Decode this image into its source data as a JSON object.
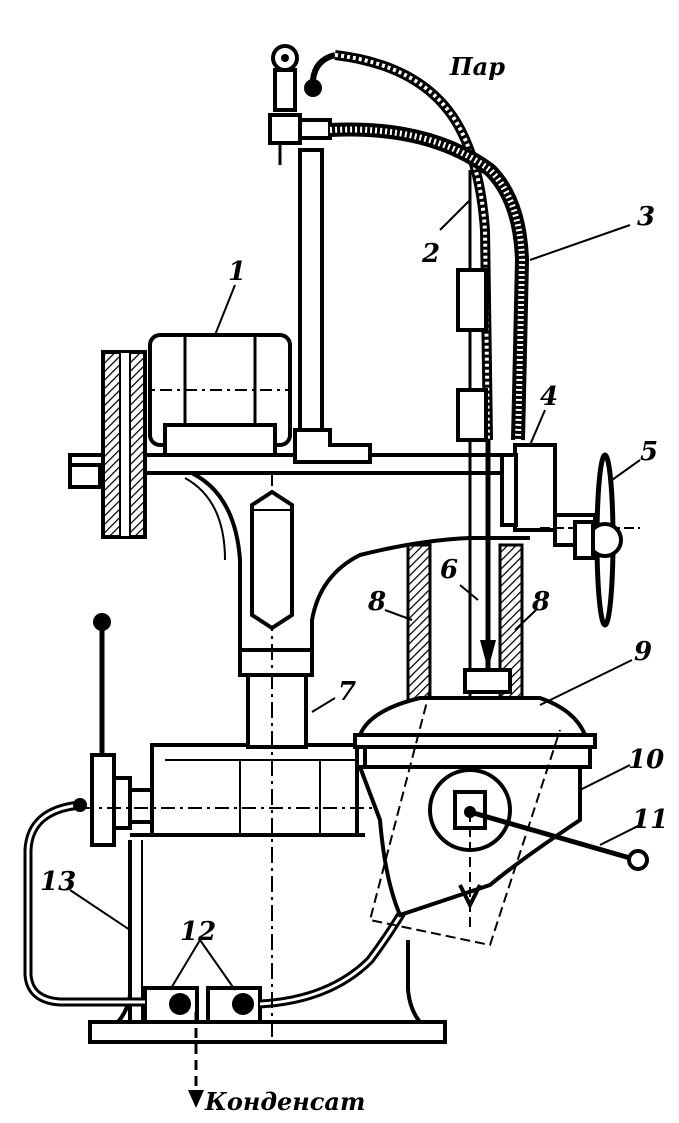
{
  "labels": {
    "steam": "Пар",
    "condensate": "Конденсат",
    "n1": "1",
    "n2": "2",
    "n3": "3",
    "n4": "4",
    "n5": "5",
    "n6": "6",
    "n7": "7",
    "n8a": "8",
    "n8b": "8",
    "n9": "9",
    "n10": "10",
    "n11": "11",
    "n12": "12",
    "n13": "13"
  }
}
